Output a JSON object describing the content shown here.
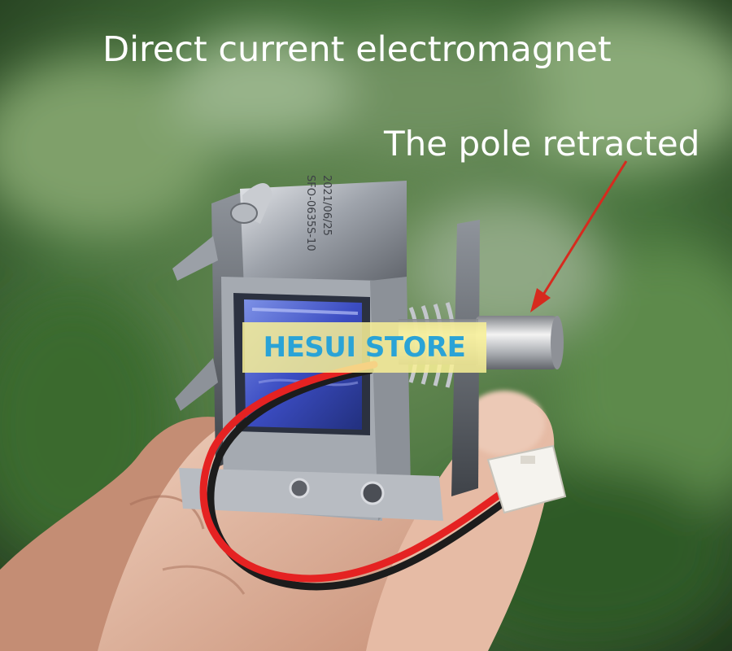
{
  "image": {
    "title": "Direct current electromagnet",
    "annotation": "The pole retracted",
    "watermark": "HESUI STORE",
    "label_color": "#ffffff",
    "arrow_color": "#d62a1e",
    "watermark_text_color": "#2aa3d6",
    "watermark_bg_color": "#f8f096",
    "device_markings": {
      "model": "SFO-0635S-10",
      "date": "2021/06/25"
    }
  }
}
